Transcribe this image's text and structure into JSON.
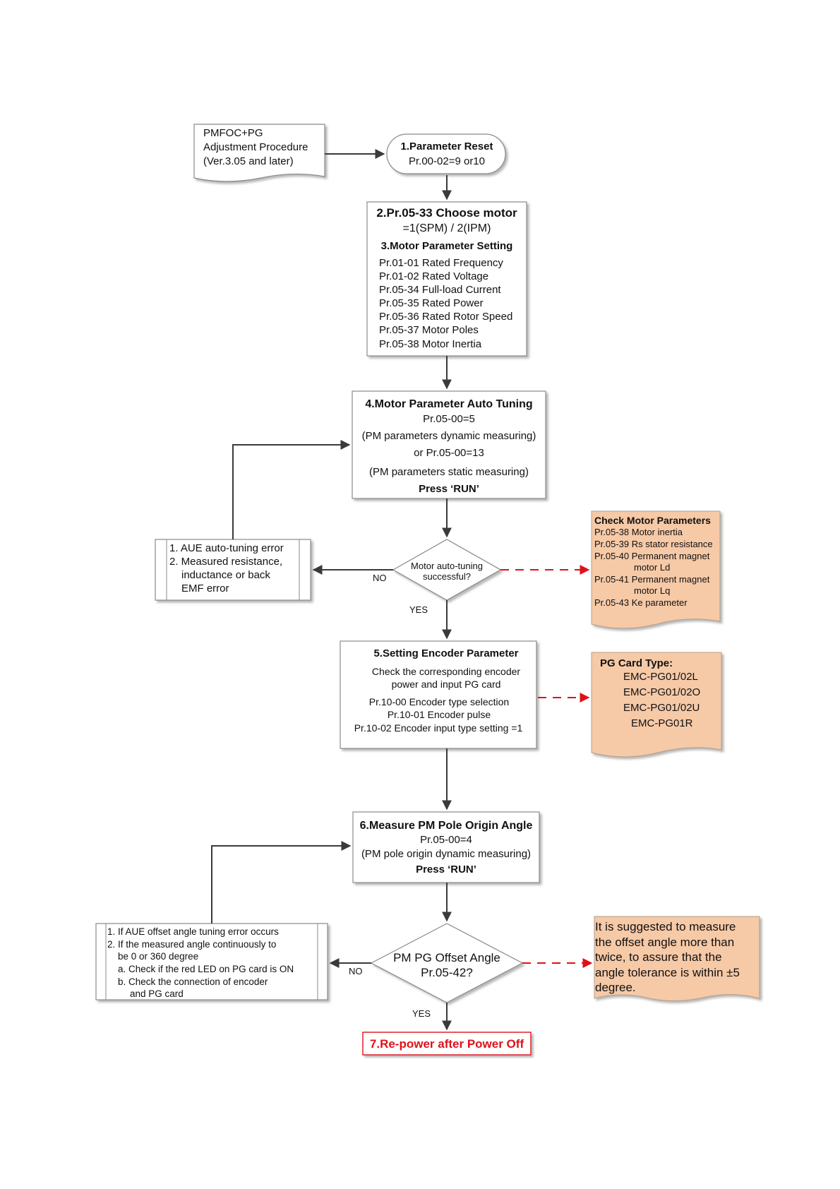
{
  "title_doc": {
    "lines": [
      "PMFOC+PG",
      "Adjustment Procedure",
      "(Ver.3.05 and later)"
    ]
  },
  "step1": {
    "title": "1.Parameter Reset",
    "line": "Pr.00-02=9 or10"
  },
  "step23": {
    "title2": "2.Pr.05-33 Choose motor",
    "line2": "=1(SPM) / 2(IPM)",
    "title3": "3.Motor Parameter Setting",
    "params": [
      "Pr.01-01 Rated Frequency",
      "Pr.01-02 Rated Voltage",
      "Pr.05-34 Full-load Current",
      "Pr.05-35 Rated Power",
      "Pr.05-36 Rated Rotor Speed",
      "Pr.05-37 Motor Poles",
      "Pr.05-38 Motor Inertia"
    ]
  },
  "step4": {
    "title": "4.Motor Parameter Auto Tuning",
    "lines": [
      "Pr.05-00=5",
      "(PM parameters dynamic measuring)",
      "or Pr.05-00=13",
      "(PM parameters static measuring)"
    ],
    "press": "Press ‘RUN’"
  },
  "error1": {
    "lines": [
      "1. AUE auto-tuning error",
      "2. Measured resistance,",
      "inductance or back",
      "EMF error"
    ]
  },
  "decision1": {
    "lines": [
      "Motor auto-tuning",
      "successful?"
    ],
    "no": "NO",
    "yes": "YES"
  },
  "check_motor": {
    "title": "Check Motor Parameters",
    "lines": [
      "Pr.05-38 Motor inertia",
      "Pr.05-39 Rs stator resistance",
      "Pr.05-40 Permanent magnet",
      "motor Ld",
      "Pr.05-41 Permanent magnet",
      "motor Lq",
      "Pr.05-43 Ke parameter"
    ]
  },
  "step5": {
    "title": "5.Setting Encoder Parameter",
    "lines": [
      "Check the corresponding encoder",
      "power and input PG card",
      "Pr.10-00 Encoder type selection",
      "Pr.10-01 Encoder pulse",
      "Pr.10-02 Encoder input type setting =1"
    ]
  },
  "pg_card": {
    "title": "PG Card Type:",
    "lines": [
      "EMC-PG01/02L",
      "EMC-PG01/02O",
      "EMC-PG01/02U",
      "EMC-PG01R"
    ]
  },
  "step6": {
    "title": "6.Measure PM Pole Origin Angle",
    "lines": [
      "Pr.05-00=4",
      "(PM pole origin dynamic measuring)"
    ],
    "press": "Press ‘RUN’"
  },
  "error2": {
    "lines": [
      "1. If AUE offset angle tuning error occurs",
      "2. If the measured angle continuously to",
      "be 0 or 360 degree",
      "a. Check if the red LED on PG card is ON",
      "b. Check the connection of encoder",
      "and PG card"
    ]
  },
  "decision2": {
    "lines": [
      "PM PG Offset Angle",
      "Pr.05-42?"
    ],
    "no": "NO",
    "yes": "YES"
  },
  "suggest": {
    "lines": [
      "It is suggested to measure",
      "the offset angle more than",
      "twice, to assure that the",
      "angle tolerance is within ±5",
      "degree."
    ]
  },
  "step7": {
    "title": "7.Re-power after Power Off"
  },
  "colors": {
    "note_fill": "#f6c9a7",
    "accent_red": "#e0101a",
    "line": "#3a3a3a"
  }
}
